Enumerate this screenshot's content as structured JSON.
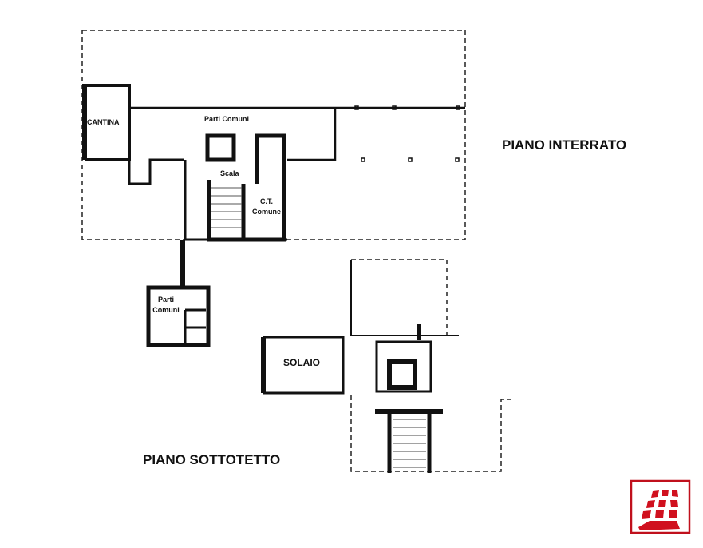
{
  "labels": {
    "cantina": "CANTINA",
    "parti_comuni_top": "Parti Comuni",
    "scala": "Scala",
    "ct_line1": "C.T.",
    "ct_line2": "Comune",
    "parti_comuni_bottom_line1": "Parti",
    "parti_comuni_bottom_line2": "Comuni",
    "solaio": "SOLAIO",
    "piano_interrato": "PIANO INTERRATO",
    "piano_sottotetto": "PIANO SOTTOTETTO"
  },
  "colors": {
    "wall": "#111111",
    "logo": "#d0101e"
  }
}
